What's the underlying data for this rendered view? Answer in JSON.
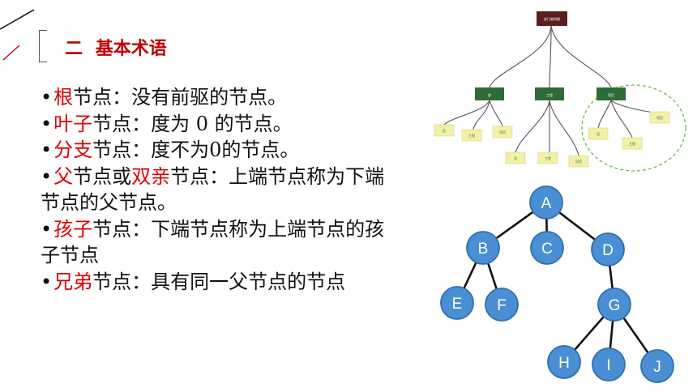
{
  "section": {
    "number": "二",
    "title": "基本术语"
  },
  "terms": [
    {
      "parts": [
        {
          "t": "根",
          "red": true
        },
        {
          "t": "节点：没有前驱的节点。",
          "red": false
        }
      ]
    },
    {
      "parts": [
        {
          "t": "叶子",
          "red": true
        },
        {
          "t": "节点：度为 0 的节点。",
          "red": false
        }
      ]
    },
    {
      "parts": [
        {
          "t": "分支",
          "red": true
        },
        {
          "t": "节点：度不为0的节点。",
          "red": false
        }
      ]
    },
    {
      "parts": [
        {
          "t": "父",
          "red": true
        },
        {
          "t": "节点或",
          "red": false
        },
        {
          "t": "双亲",
          "red": true
        },
        {
          "t": "节点：上端节点称为下端节点的父节点。",
          "red": false
        }
      ]
    },
    {
      "parts": [
        {
          "t": "孩子",
          "red": true
        },
        {
          "t": "节点：下端节点称为上端节点的孩子节点",
          "red": false
        }
      ]
    },
    {
      "parts": [
        {
          "t": "兄弟",
          "red": true
        },
        {
          "t": "节点：具有同一父节点的节点",
          "red": false
        }
      ]
    }
  ],
  "tree_top": {
    "root": "部门架构图",
    "branches": [
      "部",
      "工程",
      "项目"
    ],
    "leaves": [
      "员",
      "工程",
      "项目",
      "员",
      "工程",
      "项目",
      "员",
      "工程",
      "项目"
    ]
  },
  "tree_abcd": {
    "nodes": [
      "A",
      "B",
      "C",
      "D",
      "E",
      "F",
      "G",
      "H",
      "I",
      "J"
    ]
  },
  "colors": {
    "accent_red": "#e00000",
    "title_red": "#c00000",
    "node_blue": "#4a8fd4",
    "node_border": "#2f6fb0",
    "branch_green": "#2e6b35",
    "root_brown": "#5a1e1e",
    "leaf_yellow": "#f3f1a6",
    "dashed_green": "#6cb84a"
  }
}
